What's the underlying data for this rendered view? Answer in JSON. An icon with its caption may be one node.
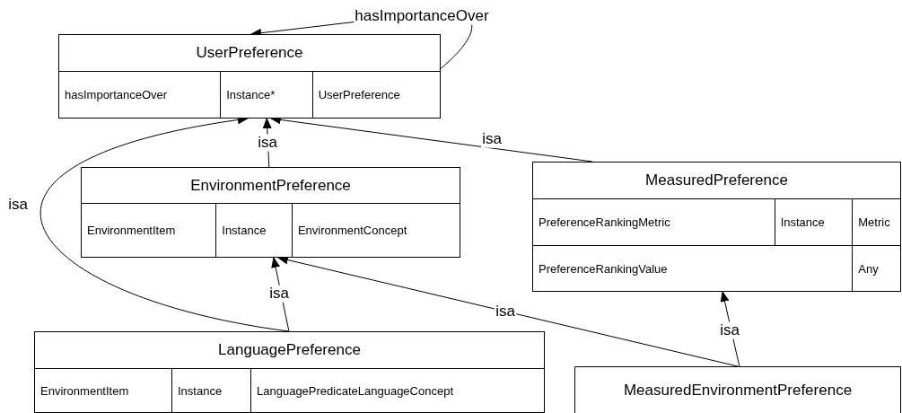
{
  "diagram": {
    "nodes": [
      {
        "text": [
          "UserPreference",
          "hasImportanceOver",
          "Instance*",
          "UserPreference"
        ]
      },
      {
        "text": [
          "EnvironmentPreference",
          "EnvironmentItem",
          "Instance",
          "EnvironmentConcept"
        ]
      },
      {
        "text": [
          "MeasuredPreference",
          "PreferenceRankingMetric",
          "Instance",
          "Metric",
          "PreferenceRankingValue",
          "Any"
        ]
      },
      {
        "text": [
          "LanguagePreference",
          "EnvironmentItem",
          "Instance",
          "LanguagePredicateLanguageConcept"
        ]
      },
      {
        "text": [
          "MeasuredEnvironmentPreference"
        ]
      }
    ],
    "edges": [
      {
        "from": 0,
        "to": 0,
        "arrow": "to",
        "label": "hasImportanceOver"
      },
      {
        "from": 1,
        "to": 0,
        "arrow": "to",
        "label": "isa"
      },
      {
        "from": 3,
        "to": 0,
        "arrow": "to",
        "label": "isa"
      },
      {
        "from": 2,
        "to": 0,
        "arrow": "to",
        "label": "isa"
      },
      {
        "from": 3,
        "to": 1,
        "arrow": "to",
        "label": "isa"
      },
      {
        "from": 4,
        "to": 1,
        "arrow": "to",
        "label": "isa"
      },
      {
        "from": 4,
        "to": 2,
        "arrow": "to",
        "label": "isa"
      }
    ]
  }
}
